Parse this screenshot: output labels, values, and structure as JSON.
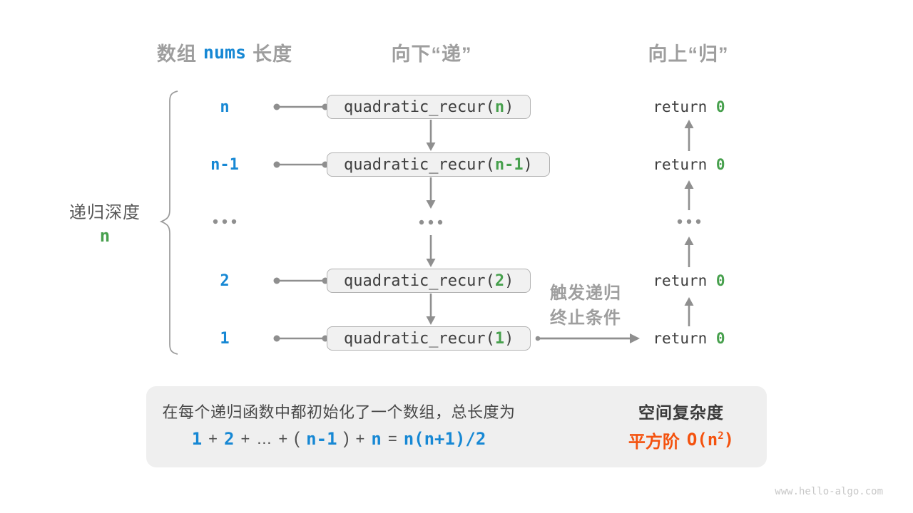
{
  "colors": {
    "blue": "#1788d4",
    "green": "#47a04d",
    "orange": "#f4520e",
    "gray_label": "#9e9e9e",
    "code_text": "#3e3e3e",
    "arrow": "#8f8f8f",
    "box_fill": "#f1f1f1",
    "panel_fill": "#efefef"
  },
  "headers": {
    "col_left_pre": "数组",
    "col_left_code": "nums",
    "col_left_post": "长度",
    "col_mid": "向下“递”",
    "col_right": "向上“归”"
  },
  "depth_label": {
    "title": "递归深度",
    "value": "n"
  },
  "rows": [
    {
      "size": "n",
      "call_pre": "quadratic_recur(",
      "call_arg": "n",
      "call_post": ")",
      "ret_pre": "return ",
      "ret_val": "0"
    },
    {
      "size": "n-1",
      "call_pre": "quadratic_recur(",
      "call_arg": "n-1",
      "call_post": ")",
      "ret_pre": "return ",
      "ret_val": "0"
    },
    {
      "ellipsis": "..."
    },
    {
      "size": "2",
      "call_pre": "quadratic_recur(",
      "call_arg": "2",
      "call_post": ")",
      "ret_pre": "return ",
      "ret_val": "0"
    },
    {
      "size": "1",
      "call_pre": "quadratic_recur(",
      "call_arg": "1",
      "call_post": ")",
      "ret_pre": "return ",
      "ret_val": "0"
    }
  ],
  "trigger": {
    "line1": "触发递归",
    "line2": "终止条件"
  },
  "panel": {
    "description": "在每个递归函数中都初始化了一个数组，总长度为",
    "formula": {
      "t1": "1",
      "op1": "+",
      "t2": "2",
      "op2": "+",
      "dots": "…",
      "op3": "+",
      "lp": "(",
      "t3": "n-1",
      "rp": ")",
      "op4": "+",
      "t4": "n",
      "eq": "=",
      "t5": "n(n+1)/2"
    },
    "result_title": "空间复杂度",
    "result_label": "平方阶",
    "result_code_pre": "O(n",
    "result_sup": "2",
    "result_code_post": ")"
  },
  "watermark": "www.hello-algo.com"
}
